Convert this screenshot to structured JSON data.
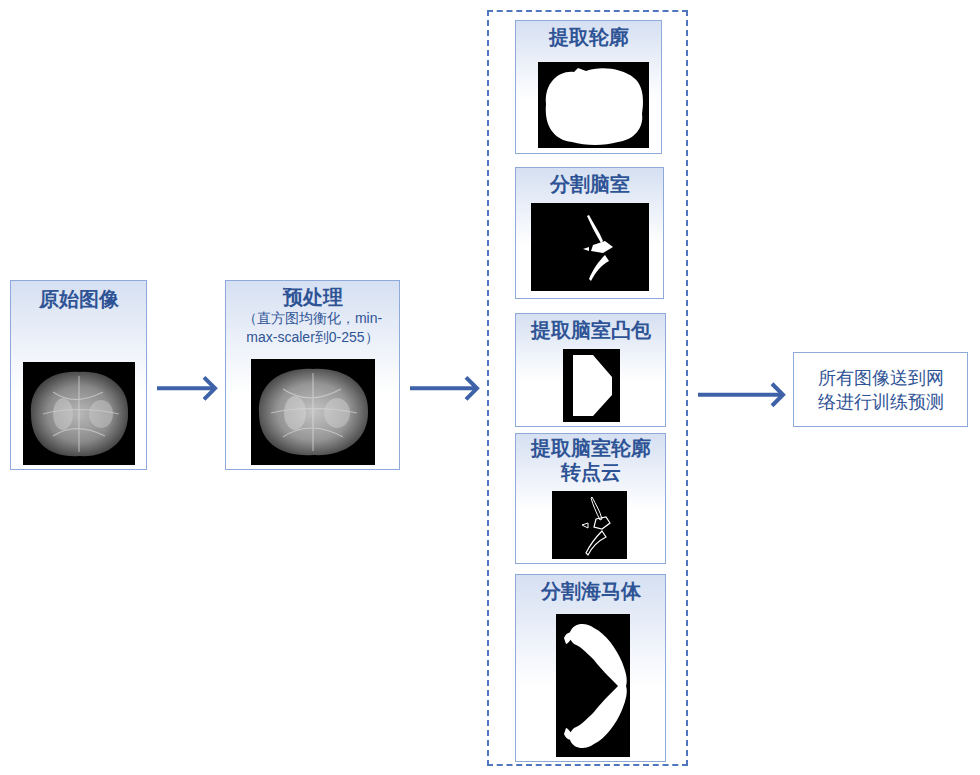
{
  "diagram": {
    "nodes": [
      {
        "text": [
          "原始图像"
        ]
      },
      {
        "text": [
          "预处理",
          "（直方图均衡化，min-max-scaler到0-255）"
        ]
      },
      {
        "text": []
      },
      {
        "text": [
          "提取轮廓"
        ],
        "in": 2
      },
      {
        "text": [
          "分割脑室"
        ],
        "in": 2
      },
      {
        "text": [
          "提取脑室凸包"
        ],
        "in": 2
      },
      {
        "text": [
          "提取脑室轮廓 转点云"
        ],
        "in": 2
      },
      {
        "text": [
          "分割海马体"
        ],
        "in": 2
      },
      {
        "text": [
          "所有图像送到网 络进行训练预测"
        ]
      }
    ],
    "edges": [
      {
        "from": 0,
        "to": 1,
        "arrow": "to"
      },
      {
        "from": 1,
        "to": 2,
        "arrow": "to"
      },
      {
        "from": 2,
        "to": 8,
        "arrow": "to"
      }
    ]
  }
}
